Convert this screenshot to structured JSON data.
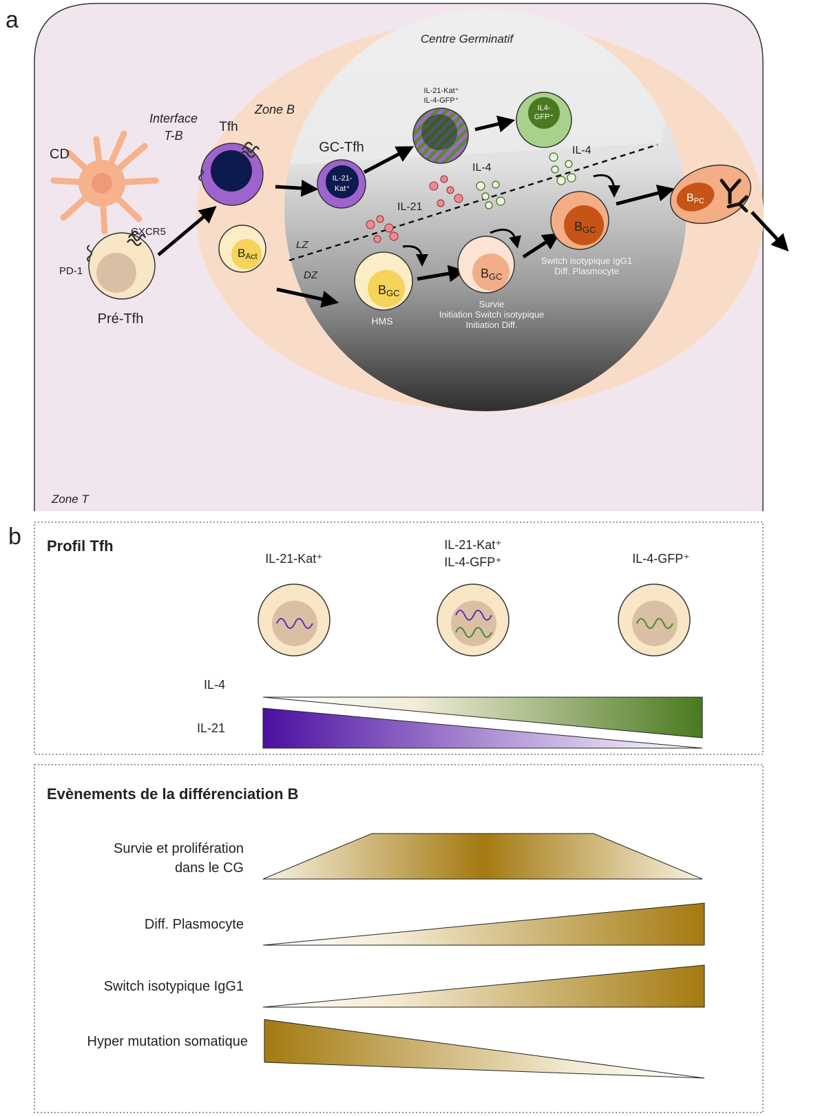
{
  "panel_a": {
    "letter": "a",
    "zone_t": "Zone T",
    "zone_b": "Zone B",
    "interface_1": "Interface",
    "interface_2": "T-B",
    "cd": "CD",
    "cxcr5": "CXCR5",
    "pd1": "PD-1",
    "pre_tfh": "Pré-Tfh",
    "tfh": "Tfh",
    "b_act": "B",
    "b_act_sub": "Act",
    "centre": "Centre Germinatif",
    "gc_tfh": "GC-Tfh",
    "gc_tfh_inner_1": "IL-21-",
    "gc_tfh_inner_2": "Kat⁺",
    "dual_1": "IL-21-Kat⁺",
    "dual_2": "IL-4-GFP⁺",
    "il4_cell_1": "IL4-",
    "il4_cell_2": "GFP⁺",
    "il4_top": "IL-4",
    "il4_mid": "IL-4",
    "il21": "IL-21",
    "lz": "LZ",
    "dz": "DZ",
    "bgc": "B",
    "bgc_sub": "GC",
    "hms": "HMS",
    "survie_1": "Survie",
    "survie_2": "Initiation Switch isotypique",
    "survie_3": "Initiation Diff.",
    "switch_1": "Switch isotypique IgG1",
    "switch_2": "Diff. Plasmocyte",
    "bpc": "B",
    "bpc_sub": "PC"
  },
  "panel_b": {
    "letter": "b",
    "profil": "Profil Tfh",
    "col1": "IL-21-Kat⁺",
    "col2_1": "IL-21-Kat⁺",
    "col2_2": "IL-4-GFP⁺",
    "col3": "IL-4-GFP⁺",
    "il4": "IL-4",
    "il21": "IL-21",
    "events_title": "Evènements de la différenciation B",
    "ev1_1": "Survie et prolifération",
    "ev1_2": "dans le CG",
    "ev2": "Diff. Plasmocyte",
    "ev3": "Switch isotypique IgG1",
    "ev4": "Hyper mutation somatique"
  },
  "colors": {
    "zone_t": "#f2e6ee",
    "zone_b": "#f9dcc8",
    "il21_purple": "#4b0fa0",
    "il4_green": "#4a7a1f",
    "gold": "#a47a10"
  }
}
